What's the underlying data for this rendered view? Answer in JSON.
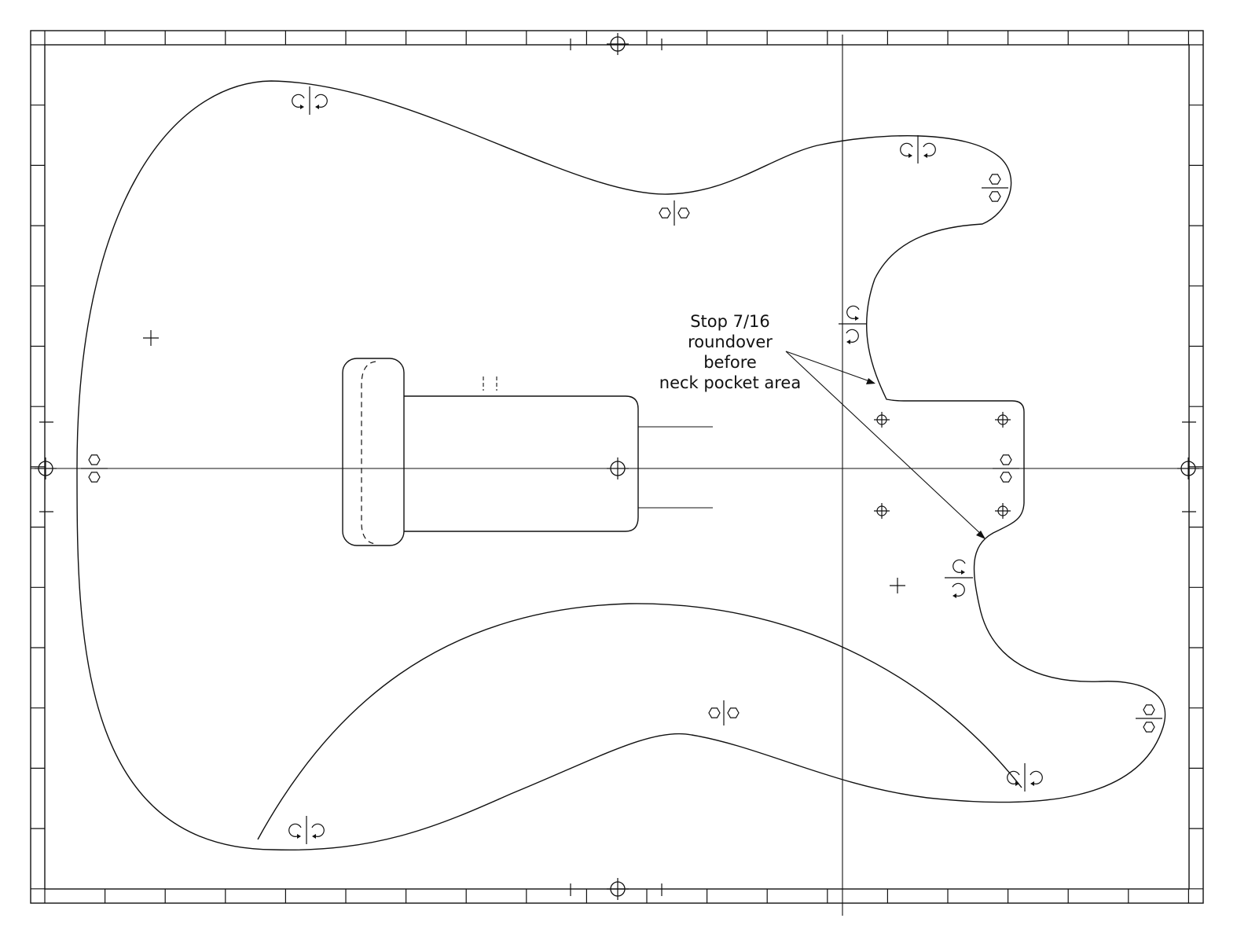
{
  "annotation": {
    "lines": [
      "Stop 7/16",
      "roundover",
      "before",
      "neck pocket area"
    ]
  },
  "colors": {
    "line": "#111111",
    "background": "#ffffff"
  },
  "symbols": {
    "registration": "crosshair-circle-icon",
    "hex_pair": "hex-nut-pair-icon",
    "rotation_pair": "rotation-arrows-icon",
    "crosshair": "crosshair-icon"
  }
}
